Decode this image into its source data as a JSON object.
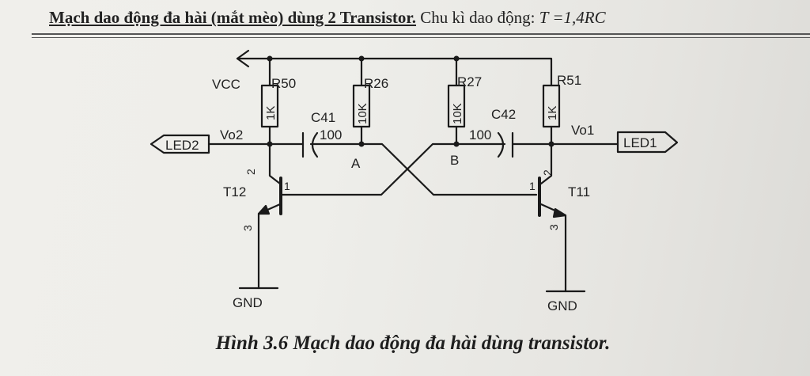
{
  "heading": {
    "title": "Mạch dao động đa hài (mắt mèo) dùng 2 Transistor.",
    "period_label": "Chu kì dao động:",
    "period_formula": "T =1,4RC"
  },
  "diagram": {
    "vcc": "VCC",
    "gnd_left": "GND",
    "gnd_right": "GND",
    "r50": {
      "ref": "R50",
      "value": "1K"
    },
    "r26": {
      "ref": "R26",
      "value": "10K"
    },
    "r27": {
      "ref": "R27",
      "value": "10K"
    },
    "r51": {
      "ref": "R51",
      "value": "1K"
    },
    "c41": {
      "ref": "C41",
      "value": "100"
    },
    "c42": {
      "ref": "C42",
      "value": "100"
    },
    "node_a": "A",
    "node_b": "B",
    "vo2": "Vo2",
    "vo1": "Vo1",
    "led2": "LED2",
    "led1": "LED1",
    "t12": {
      "ref": "T12",
      "pin_base": "1",
      "pin_collector": "2",
      "pin_emitter": "3"
    },
    "t11": {
      "ref": "T11",
      "pin_base": "1",
      "pin_collector": "2",
      "pin_emitter": "3"
    }
  },
  "caption": "Hình 3.6 Mạch dao động đa hài dùng transistor."
}
